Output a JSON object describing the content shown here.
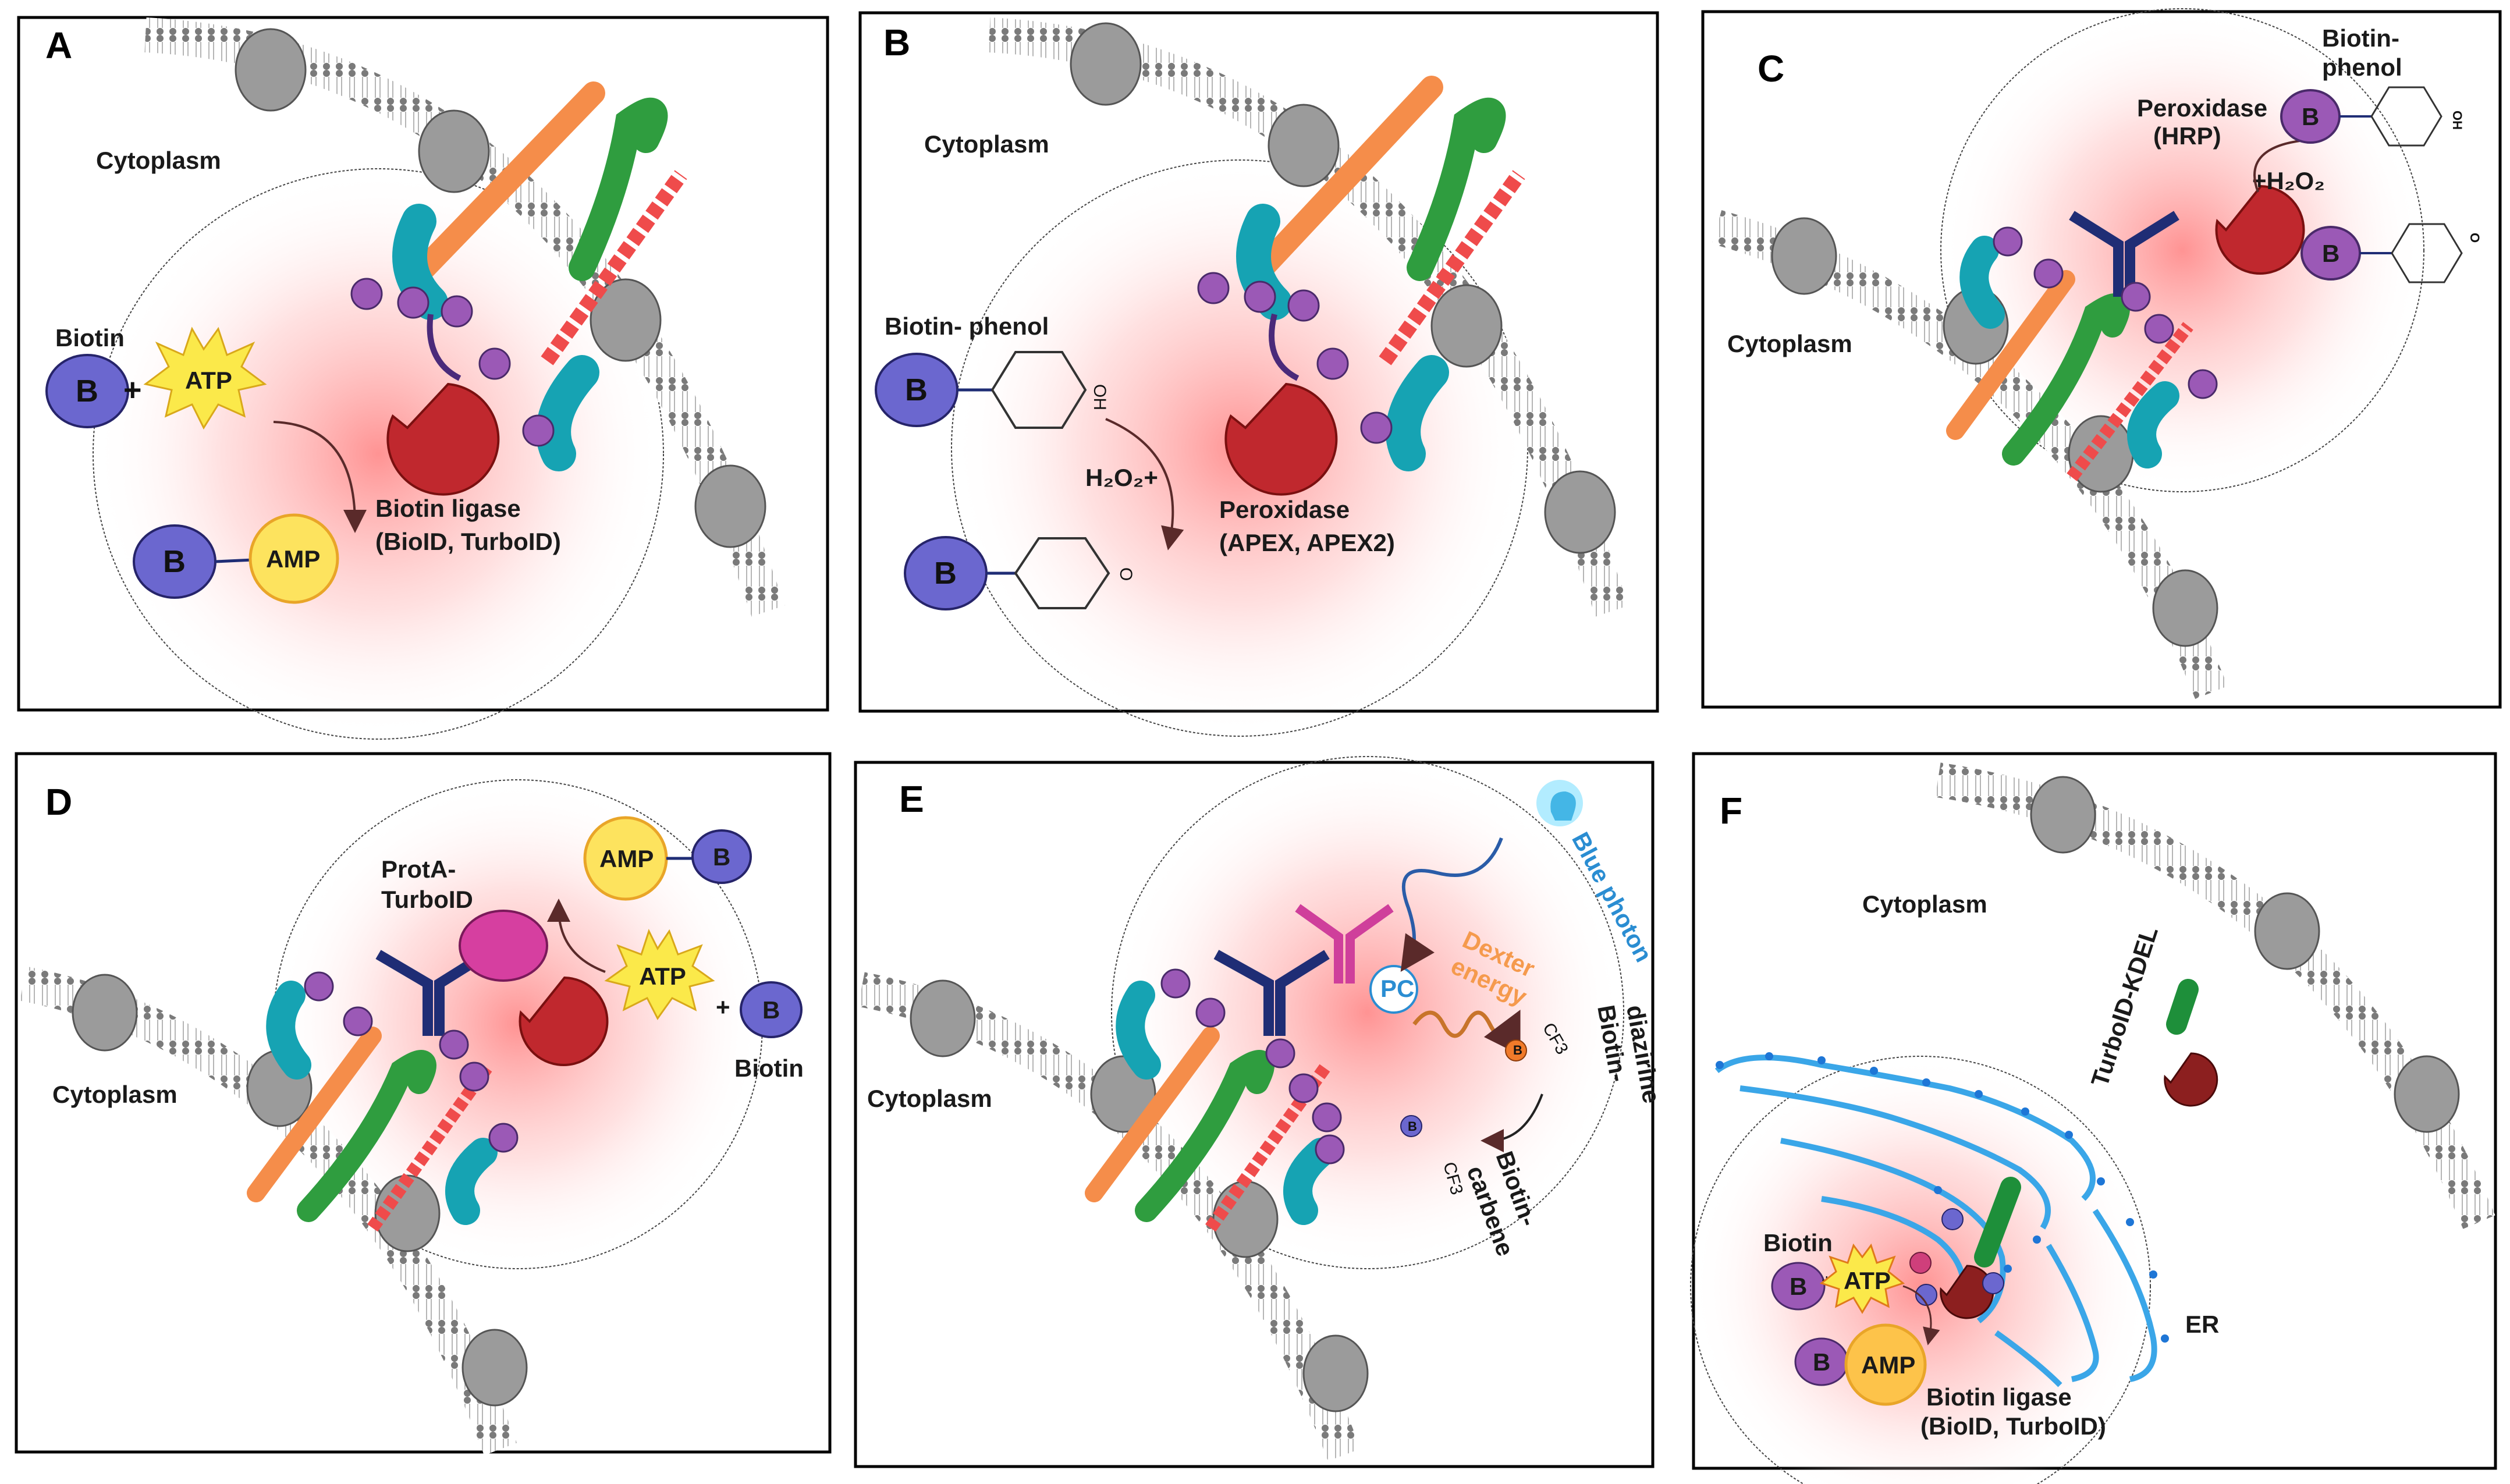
{
  "panels": [
    {
      "letter": "A",
      "texts": {
        "cytoplasm": "Cytoplasm",
        "biotin": "Biotin",
        "atp": "ATP",
        "amp": "AMP",
        "b": "B",
        "plus": "+",
        "ligase1": "Biotin ligase",
        "ligase2": "(BioID, TurboID)"
      }
    },
    {
      "letter": "B",
      "texts": {
        "cytoplasm": "Cytoplasm",
        "biotin_phenol": "Biotin- phenol",
        "h2o2": "H₂O₂+",
        "perox1": "Peroxidase",
        "perox2": "(APEX, APEX2)",
        "b": "B",
        "oh": "OH",
        "o": "O"
      }
    },
    {
      "letter": "C",
      "texts": {
        "cytoplasm": "Cytoplasm",
        "biotin_phenol1": "Biotin-",
        "biotin_phenol2": "phenol",
        "perox1": "Peroxidase",
        "perox2": "(HRP)",
        "h2o2": "+H₂O₂",
        "b": "B",
        "oh": "OH",
        "o": "O"
      }
    },
    {
      "letter": "D",
      "texts": {
        "cytoplasm": "Cytoplasm",
        "prota1": "ProtA-",
        "prota2": "TurboID",
        "amp": "AMP",
        "atp": "ATP",
        "biotin": "Biotin",
        "b": "B",
        "plus": "+"
      }
    },
    {
      "letter": "E",
      "texts": {
        "cytoplasm": "Cytoplasm",
        "blue_photon": "Blue photon",
        "pc": "PC",
        "dexter1": "Dexter",
        "dexter2": "energy",
        "diazirine1": "Biotin-",
        "diazirine2": "diazirine",
        "carbene1": "Biotin-",
        "carbene2": "carbene",
        "cf3": "CF3",
        "b": "B"
      }
    },
    {
      "letter": "F",
      "texts": {
        "cytoplasm": "Cytoplasm",
        "kdel": "TurboID-KDEL",
        "er": "ER",
        "biotin": "Biotin",
        "atp": "ATP",
        "amp": "AMP",
        "ligase1": "Biotin ligase",
        "ligase2": "(BioID, TurboID)",
        "b": "B",
        "plus": "+"
      }
    }
  ],
  "colors": {
    "biotin": "#6b67cf",
    "biotin_purple": "#9b59b6",
    "atp": "#fbe94a",
    "amp": "#fde35e",
    "ligase": "#c0282e",
    "glow": "#ff8f8f",
    "membrane": "#8a8a8a",
    "er": "#3aa6e8",
    "orange": "#f58d4a",
    "green": "#2f9d3f",
    "teal": "#16a3b3",
    "antibody": "#1f2d75",
    "pink": "#cf3f9b",
    "blue_label": "#2a8dd2",
    "dexter": "#f59a4d"
  }
}
